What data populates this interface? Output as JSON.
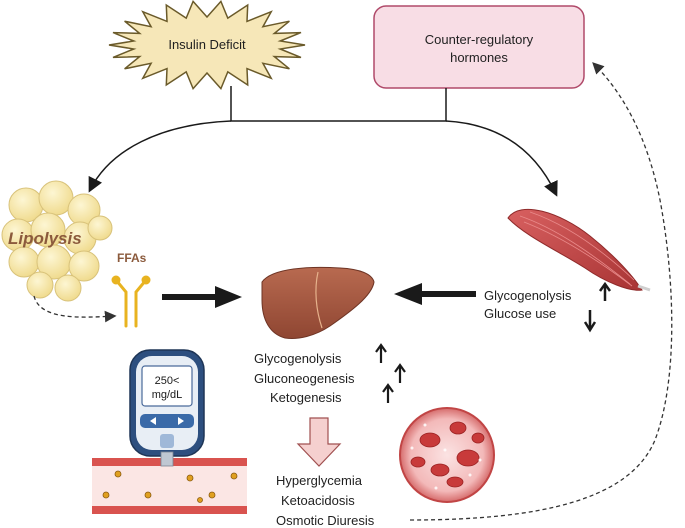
{
  "triggers": {
    "insulin_deficit": "Insulin Deficit",
    "counter_regulatory": [
      "Counter-regulatory",
      "hormones"
    ]
  },
  "adipose": {
    "process": "Lipolysis",
    "product": "FFAs"
  },
  "muscle": {
    "effects": [
      {
        "label": "Glycogenolysis",
        "direction": "up"
      },
      {
        "label": "Glucose use",
        "direction": "down"
      }
    ]
  },
  "liver": {
    "effects": [
      {
        "label": "Glycogenolysis",
        "direction": "up"
      },
      {
        "label": "Gluconeogenesis",
        "direction": "up"
      },
      {
        "label": "Ketogenesis",
        "direction": "up"
      }
    ]
  },
  "glucometer": {
    "reading_value": "250<",
    "reading_unit": "mg/dL"
  },
  "outcomes": [
    "Hyperglycemia",
    "Ketoacidosis",
    "Osmotic Diuresis"
  ],
  "colors": {
    "burst_fill": "#f6e7b8",
    "burst_stroke": "#6a5a2a",
    "hormone_box_fill": "#f8dde5",
    "hormone_box_stroke": "#b04a6a",
    "fat_cell": "#f5e6a8",
    "lipolysis_text": "#8b5a3c",
    "ffa_color": "#e8b320",
    "liver": "#a8563f",
    "muscle": "#c44a4a",
    "vessel": "#d9534f",
    "arrow_dark": "#1a1a1a",
    "down_arrow_fill": "#f5d0cf"
  }
}
